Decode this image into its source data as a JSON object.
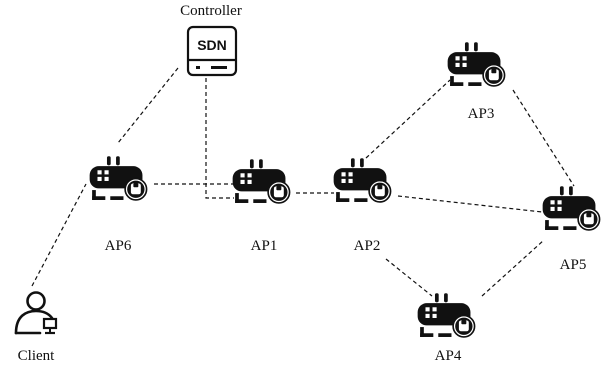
{
  "diagram": {
    "colors": {
      "ink": "#111111",
      "link": "#111111",
      "background": "#ffffff"
    },
    "controller": {
      "label": "Controller",
      "badge": "SDN",
      "icon": "server-icon"
    },
    "client": {
      "label": "Client",
      "icon": "user-with-device-icon"
    },
    "access_points": [
      {
        "id": "ap6",
        "label": "AP6",
        "icon": "router-icon"
      },
      {
        "id": "ap1",
        "label": "AP1",
        "icon": "router-icon"
      },
      {
        "id": "ap2",
        "label": "AP2",
        "icon": "router-icon"
      },
      {
        "id": "ap3",
        "label": "AP3",
        "icon": "router-icon"
      },
      {
        "id": "ap4",
        "label": "AP4",
        "icon": "router-icon"
      },
      {
        "id": "ap5",
        "label": "AP5",
        "icon": "router-icon"
      }
    ],
    "links": [
      {
        "from": "controller",
        "to": "ap6",
        "style": "dashed"
      },
      {
        "from": "controller",
        "to": "ap1",
        "style": "dashed"
      },
      {
        "from": "ap6",
        "to": "ap1",
        "style": "dashed"
      },
      {
        "from": "ap1",
        "to": "ap2",
        "style": "dashed"
      },
      {
        "from": "ap2",
        "to": "ap3",
        "style": "dashed"
      },
      {
        "from": "ap3",
        "to": "ap5",
        "style": "dashed"
      },
      {
        "from": "ap2",
        "to": "ap5",
        "style": "dashed"
      },
      {
        "from": "ap2",
        "to": "ap4",
        "style": "dashed"
      },
      {
        "from": "ap4",
        "to": "ap5",
        "style": "dashed"
      },
      {
        "from": "client",
        "to": "ap6",
        "style": "dashed"
      }
    ]
  }
}
